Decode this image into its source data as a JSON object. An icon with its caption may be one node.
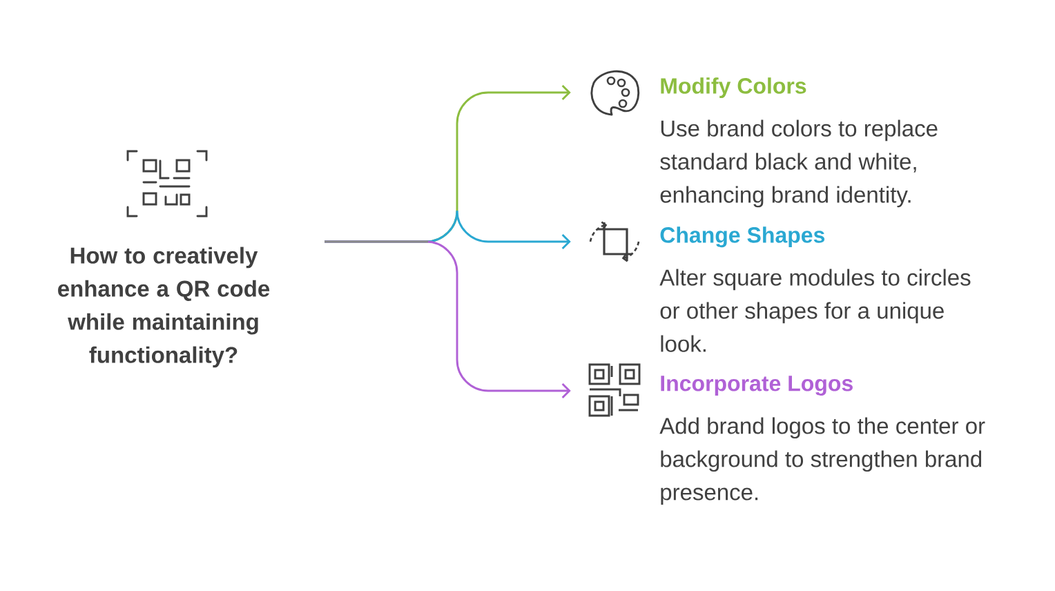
{
  "diagram": {
    "nodes": [
      {
        "text": [
          "How to creatively enhance a QR code while maintaining functionality?"
        ]
      },
      {
        "text": [],
        "shape": "palette"
      },
      {
        "text": [
          "Modify Colors",
          "Use brand colors to replace standard black and white, enhancing brand identity."
        ]
      },
      {
        "text": [],
        "shape": "crop"
      },
      {
        "text": [
          "Change Shapes",
          "Alter square modules to circles or other shapes for a unique look."
        ]
      },
      {
        "text": [],
        "shape": "grid"
      },
      {
        "text": [
          "Incorporate Logos",
          "Add brand logos to the center or background to strengthen brand presence."
        ]
      }
    ],
    "edges": [
      {
        "from": null,
        "to": 1,
        "arrow": "to",
        "color": "#8cbd3f"
      },
      {
        "from": null,
        "to": 3,
        "arrow": "to",
        "color": "#2aa8d2"
      },
      {
        "from": null,
        "to": 5,
        "arrow": "to",
        "color": "#b061d6"
      }
    ]
  }
}
